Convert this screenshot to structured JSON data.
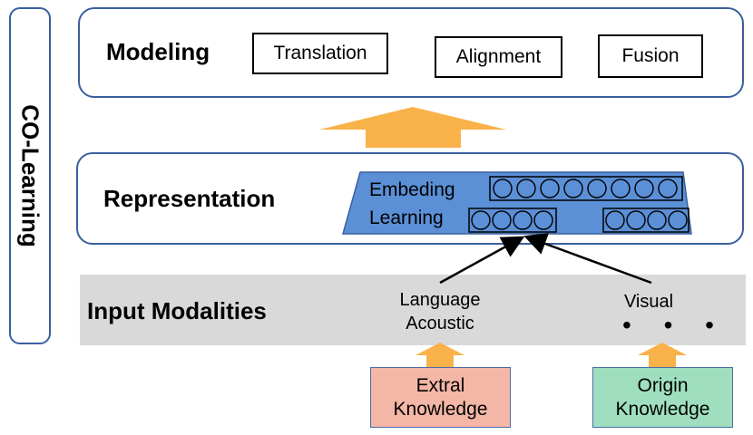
{
  "side_label": "CO-Learning",
  "modeling": {
    "title": "Modeling",
    "boxes": [
      "Translation",
      "Alignment",
      "Fusion"
    ]
  },
  "representation": {
    "title": "Representation",
    "embedding_label": "Embeding",
    "learning_label": "Learning"
  },
  "input": {
    "title": "Input Modalities",
    "language": "Language",
    "acoustic": "Acoustic",
    "visual": "Visual",
    "more": "• • •"
  },
  "knowledge": {
    "extral": [
      "Extral",
      "Knowledge"
    ],
    "origin": [
      "Origin",
      "Knowledge"
    ]
  },
  "colors": {
    "panel_border": "#3a5f9e",
    "embedding_fill": "#5b8fd6",
    "arrow_orange": "#f9b249",
    "extral_fill": "#f4b6a6",
    "origin_fill": "#9fdfbf",
    "band_gray": "#d9d9d9"
  }
}
